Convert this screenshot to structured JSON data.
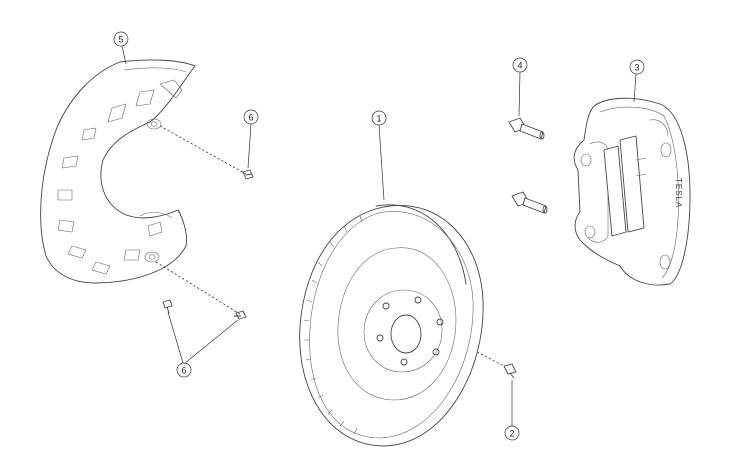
{
  "callouts": [
    {
      "id": "1",
      "label": "1"
    },
    {
      "id": "2",
      "label": "2"
    },
    {
      "id": "3",
      "label": "3"
    },
    {
      "id": "4",
      "label": "4"
    },
    {
      "id": "5",
      "label": "5"
    },
    {
      "id": "6a",
      "label": "6"
    },
    {
      "id": "6b",
      "label": "6"
    }
  ],
  "caliper_logo": "TESLA",
  "colors": {
    "line": "#444444",
    "background": "#ffffff"
  }
}
